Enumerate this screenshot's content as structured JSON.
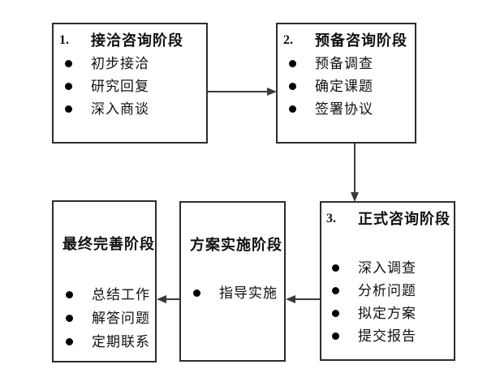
{
  "diagram": {
    "background_color": "#ffffff",
    "border_color": "#2d2d2d",
    "arrow_color": "#3a3a3a",
    "text_color": "#111111",
    "bullet_glyph": "●",
    "boxes": [
      {
        "id": "phase-1",
        "number": "1.",
        "title": "接洽咨询阶段",
        "items": [
          "初步接洽",
          "研究回复",
          "深入商谈"
        ]
      },
      {
        "id": "phase-2",
        "number": "2.",
        "title": "预备咨询阶段",
        "items": [
          "预备调查",
          "确定课题",
          "签署协议"
        ]
      },
      {
        "id": "phase-3",
        "number": "3.",
        "title": "正式咨询阶段",
        "items": [
          "深入调查",
          "分析问题",
          "拟定方案",
          "提交报告"
        ]
      },
      {
        "id": "phase-4",
        "number": "",
        "title": "方案实施阶段",
        "items": [
          "指导实施"
        ]
      },
      {
        "id": "phase-5",
        "number": "",
        "title": "最终完善阶段",
        "items": [
          "总结工作",
          "解答问题",
          "定期联系"
        ]
      }
    ],
    "connections": [
      {
        "from": "phase-1",
        "to": "phase-2",
        "direction": "right"
      },
      {
        "from": "phase-2",
        "to": "phase-3",
        "direction": "down"
      },
      {
        "from": "phase-3",
        "to": "phase-4",
        "direction": "left"
      },
      {
        "from": "phase-4",
        "to": "phase-5",
        "direction": "left"
      }
    ]
  }
}
